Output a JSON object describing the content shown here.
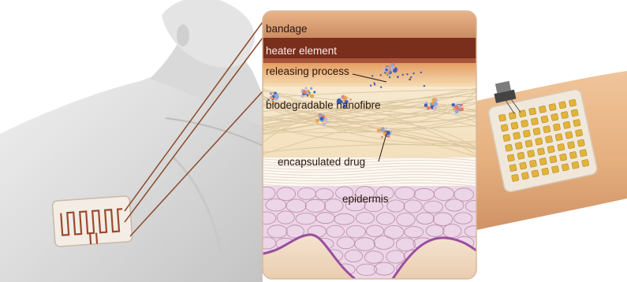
{
  "labels": {
    "bandage": "bandage",
    "heater_element": "heater element",
    "releasing_process": "releasing process",
    "biodegradable_nanofibre": "biodegradable nanofibre",
    "encapsulated_drug": "encapsulated drug",
    "epidermis": "epidermis"
  },
  "colors": {
    "bandage_band": "#c98a60",
    "heater_band": "#7a2e1c",
    "release_band": "#e7b07a",
    "fibre_layer": "#f6e7c9",
    "epidermis_cells": "#ecd5e6",
    "cell_lines": "#b88aa8",
    "basal_layer": "#9a4fa0",
    "dermis": "#f1dcc3",
    "patch_gold": "#e2b43a",
    "skin_photo": "#e9b98c",
    "leader_line": "#8a4a2c"
  }
}
